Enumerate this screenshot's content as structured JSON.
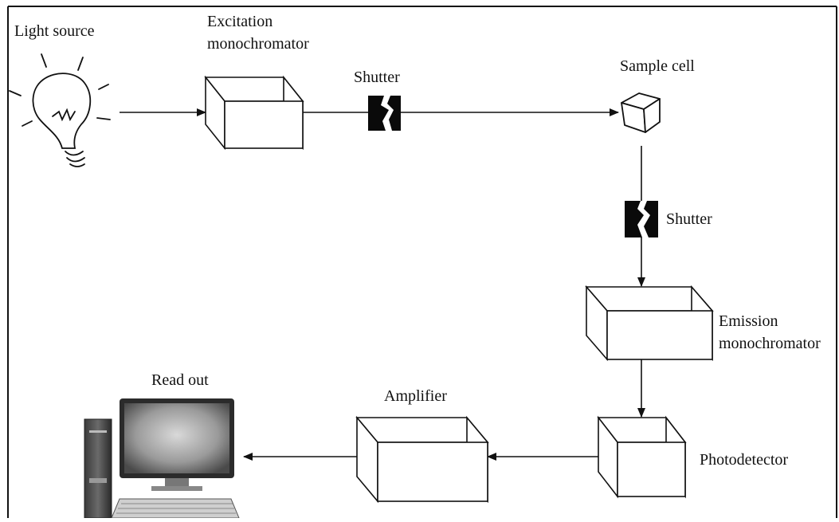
{
  "labels": {
    "light_source": "Light source",
    "excitation_line1": "Excitation",
    "excitation_line2": "monochromator",
    "shutter_top": "Shutter",
    "sample_cell": "Sample cell",
    "shutter_right": "Shutter",
    "emission_line1": "Emission",
    "emission_line2": "monochromator",
    "photodetector": "Photodetector",
    "amplifier": "Amplifier",
    "read_out": "Read out"
  },
  "colors": {
    "stroke": "#111111",
    "shutter_fill": "#0a0a0a",
    "background": "#ffffff"
  },
  "icons": [
    "light-bulb-icon",
    "shutter-icon",
    "sample-cell-cube-icon",
    "computer-icon"
  ]
}
